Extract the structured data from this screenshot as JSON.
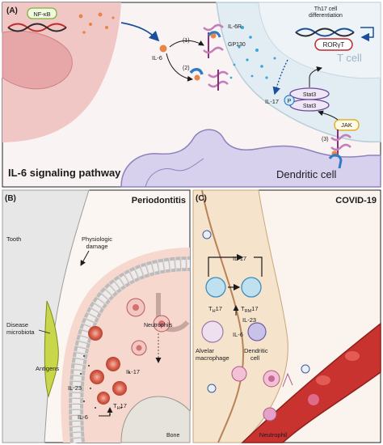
{
  "panel_a": {
    "tag": "(A)",
    "title": "IL-6 signaling pathway",
    "nfkb": "NF-κB",
    "il6": "IL-6",
    "il6r": "IL-6R",
    "gp130": "GP130",
    "step1": "(1)",
    "step2": "(2)",
    "step3": "(3)",
    "il17": "IL-17",
    "th17_diff_1": "Th17 cell",
    "th17_diff_2": "differentiation",
    "rorgt": "RORγT",
    "tcell": "T cell",
    "stat3_a": "Stat3",
    "stat3_b": "Stat3",
    "p": "P",
    "jak": "JAK",
    "dendritic": "Dendritic cell"
  },
  "panel_b": {
    "tag": "(B)",
    "title": "Periodontitis",
    "tooth": "Tooth",
    "physio_1": "Physiologic",
    "physio_2": "damage",
    "disease_1": "Disease",
    "disease_2": "microbiota",
    "neutrophils": "Neutrophils",
    "antigens": "Antigens",
    "il23": "IL-23",
    "il17": "IL-17",
    "il6": "IL-6",
    "th17_main": "T",
    "th17_sub": "H",
    "th17_num": "17",
    "bone": "Bone"
  },
  "panel_c": {
    "tag": "(C)",
    "title": "COVID-19",
    "il17": "IL-17",
    "th_main": "T",
    "th_sub": "H",
    "th_num": "17",
    "trm_main": "T",
    "trm_sub": "RM",
    "trm_num": "17",
    "il23": "IL-23",
    "il6": "IL-6",
    "alv_1": "Alvelar",
    "alv_2": "macrophage",
    "dend_1": "Dendritic",
    "dend_2": "cell",
    "neutrophil": "Neutrophil"
  }
}
